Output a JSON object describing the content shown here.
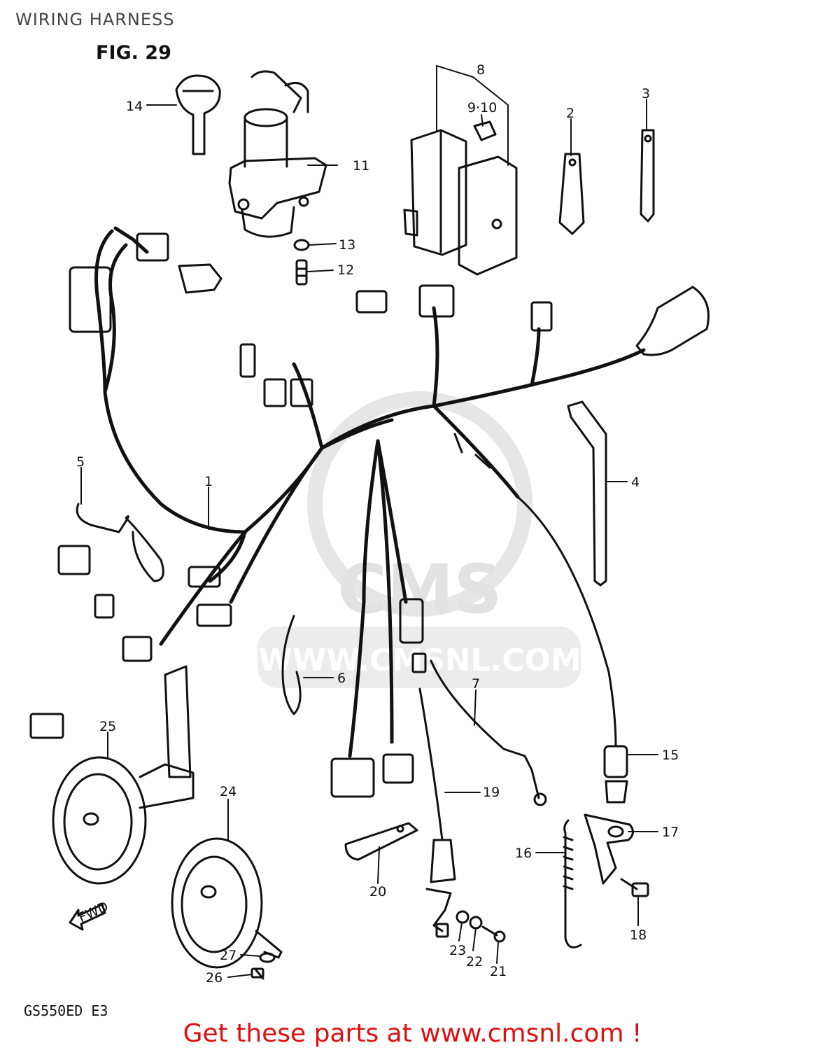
{
  "title": "WIRING HARNESS",
  "figure": "FIG. 29",
  "model": "GS550ED E3",
  "footer": "Get these parts at www.cmsnl.com !",
  "watermark": {
    "brand": "CMS",
    "url": "WWW.CMSNL.COM"
  },
  "fwd_label": "FWD",
  "colors": {
    "footer": "#dd1010",
    "ink": "#111111",
    "watermark": "#e2e2e2"
  },
  "callouts": [
    {
      "id": "c1",
      "text": "1"
    },
    {
      "id": "c2",
      "text": "2"
    },
    {
      "id": "c3",
      "text": "3"
    },
    {
      "id": "c4",
      "text": "4"
    },
    {
      "id": "c5",
      "text": "5"
    },
    {
      "id": "c6",
      "text": "6"
    },
    {
      "id": "c7",
      "text": "7"
    },
    {
      "id": "c8",
      "text": "8"
    },
    {
      "id": "c9-10",
      "text": "9·10"
    },
    {
      "id": "c11",
      "text": "11"
    },
    {
      "id": "c12",
      "text": "12"
    },
    {
      "id": "c13",
      "text": "13"
    },
    {
      "id": "c14",
      "text": "14"
    },
    {
      "id": "c15",
      "text": "15"
    },
    {
      "id": "c16",
      "text": "16"
    },
    {
      "id": "c17",
      "text": "17"
    },
    {
      "id": "c18",
      "text": "18"
    },
    {
      "id": "c19",
      "text": "19"
    },
    {
      "id": "c20",
      "text": "20"
    },
    {
      "id": "c21",
      "text": "21"
    },
    {
      "id": "c22",
      "text": "22"
    },
    {
      "id": "c23",
      "text": "23"
    },
    {
      "id": "c24",
      "text": "24"
    },
    {
      "id": "c25",
      "text": "25"
    },
    {
      "id": "c26",
      "text": "26"
    },
    {
      "id": "c27",
      "text": "27"
    }
  ]
}
